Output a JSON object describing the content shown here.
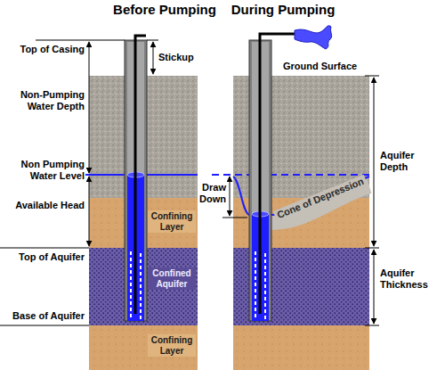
{
  "diagram": {
    "nodes": [
      {
        "text": [
          "Confining Layer"
        ]
      },
      {
        "text": [
          "Confined Aquifer"
        ]
      },
      {
        "text": [
          "Confining Layer"
        ]
      }
    ],
    "labels": [
      "Before Pumping",
      "During Pumping",
      "Top of Casing",
      "Stickup",
      "Non-Pumping Water Depth",
      "Non Pumping Water Level",
      "Available Head",
      "Top of Aquifer",
      "Base of Aquifer",
      "Ground Surface",
      "Aquifer Depth",
      "Draw Down",
      "Cone of Depression",
      "Aquifer Thickness"
    ]
  }
}
